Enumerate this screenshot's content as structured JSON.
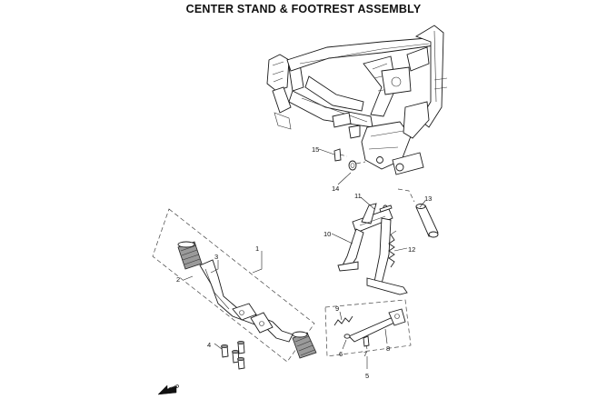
{
  "title": "CENTER STAND & FOOTREST ASSEMBLY",
  "direction_label": "FWD",
  "callouts": {
    "c1": "1",
    "c2": "2",
    "c3": "3",
    "c4": "4",
    "c5": "5",
    "c6": "6",
    "c7": "7",
    "c8": "8",
    "c9": "9",
    "c10": "10",
    "c11": "11",
    "c12": "12",
    "c13": "13",
    "c14": "14",
    "c15": "15"
  }
}
